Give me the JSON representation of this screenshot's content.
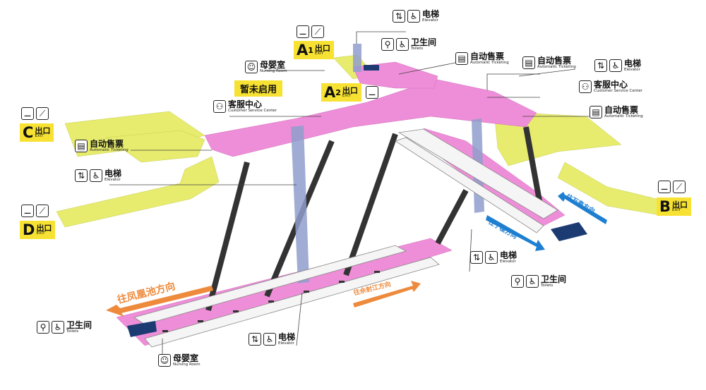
{
  "colors": {
    "concourse": "#ee8ed8",
    "passage": "#e7ec6e",
    "pillar": "#3b3b3b",
    "elevator_shaft": "#8f9dcc",
    "exit_badge": "#f7e233",
    "arrow_orange": "#ee8a3c",
    "arrow_blue": "#1e7fd0"
  },
  "exits": {
    "a1": {
      "letter": "A",
      "sub": "1",
      "zh": "出口",
      "en": "EXIT"
    },
    "a2": {
      "letter": "A",
      "sub": "2",
      "zh": "出口",
      "en": "EXIT"
    },
    "b": {
      "letter": "B",
      "sub": "",
      "zh": "出口",
      "en": "EXIT"
    },
    "c": {
      "letter": "C",
      "sub": "",
      "zh": "出口",
      "en": "EXIT"
    },
    "d": {
      "letter": "D",
      "sub": "",
      "zh": "出口",
      "en": "EXIT"
    }
  },
  "facilities": {
    "elevator_top": {
      "zh": "电梯",
      "en": "Elevator"
    },
    "toilets_top": {
      "zh": "卫生间",
      "en": "Toilets"
    },
    "nursing_top": {
      "zh": "母婴室",
      "en": "Nursing Room"
    },
    "ticketing_mid": {
      "zh": "自动售票",
      "en": "Automatic Ticketing"
    },
    "ticketing_right": {
      "zh": "自动售票",
      "en": "Automatic Ticketing"
    },
    "elevator_right": {
      "zh": "电梯",
      "en": "Elevator"
    },
    "service_left": {
      "zh": "客服中心",
      "en": "Customer Service Center"
    },
    "service_right": {
      "zh": "客服中心",
      "en": "Customer Service Center"
    },
    "ticketing_far_right": {
      "zh": "自动售票",
      "en": "Automatic Ticketing"
    },
    "ticketing_left": {
      "zh": "自动售票",
      "en": "Automatic Ticketing"
    },
    "elevator_left": {
      "zh": "电梯",
      "en": "Elevator"
    },
    "elevator_platform_right": {
      "zh": "电梯",
      "en": "Elevator"
    },
    "toilets_platform_right": {
      "zh": "卫生间",
      "en": "Toilets"
    },
    "toilets_bottom_left": {
      "zh": "卫生间",
      "en": "Toilets"
    },
    "elevator_bottom": {
      "zh": "电梯",
      "en": "Elevator"
    },
    "nursing_bottom": {
      "zh": "母婴室",
      "en": "Nursing Room"
    }
  },
  "notice": "暂未启用",
  "directions": {
    "to_fenghuangchi": "往凤凰池方向",
    "to_shejiang": "往佘射江方向",
    "to_wanshoushan": "往万寿方向",
    "to_ninghoushan": "往宁樱方向"
  },
  "icons": {
    "stairs": "stairs-icon",
    "escalator": "escalator-icon",
    "elevator": "elevator-icon",
    "accessible": "wheelchair-icon",
    "toilet": "toilet-icon",
    "nursing": "nursing-icon",
    "ticket": "ticket-machine-icon",
    "service": "service-desk-icon"
  }
}
